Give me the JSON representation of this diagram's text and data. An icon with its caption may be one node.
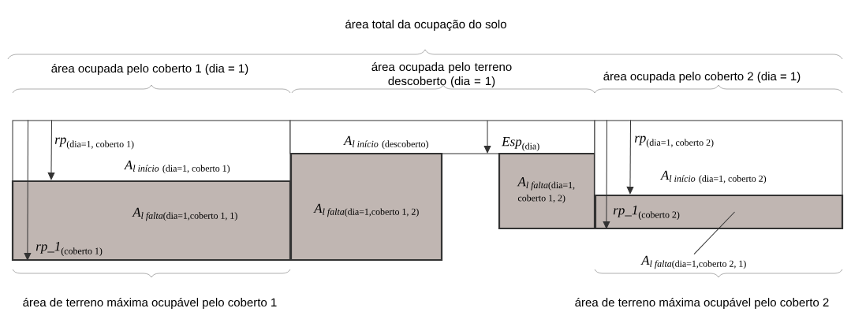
{
  "diagram": {
    "nodes": [
      {
        "text": [
          "\\textit{A}_{\\textit{l início}\\ \\text{(dia=1, coberto 1)}}"
        ]
      },
      {
        "text": [
          "\\textit{A}_{\\textit{l falta}\\text{(dia=1,coberto 1, 1)}}"
        ]
      },
      {
        "text": [
          "\\textit{A}_{\\textit{l início}\\ \\text{(descoberto)}}"
        ]
      },
      {
        "text": [
          "\\textit{A}_{\\textit{l falta}\\text{(dia=1,coberto 1, 2)}}"
        ]
      },
      {
        "text": [
          "\\begin{array}{@{}l@{}}\\textit{A}_{\\textit{l falta}\\text{(dia=1,}}\\\\ \\scriptstyle\\text{coberto 1, 2)}\\end{array}"
        ]
      },
      {
        "text": [
          "\\textit{A}_{\\textit{l início}\\ \\text{(dia=1, coberto 2)}}"
        ]
      },
      {
        "text": [],
        "shape": "bar"
      },
      {
        "text": [
          "\\textit{A}_{\\textit{l falta}\\text{(dia=1,coberto 2, 1)}}"
        ]
      }
    ],
    "edges": [
      {
        "from": 7,
        "to": 6,
        "arrow": "none"
      },
      {
        "from": 0,
        "to": 1,
        "arrow": "to",
        "label": "\\textit{rp}_{\\text{(dia=1, coberto 1)}}"
      },
      {
        "from": 0,
        "to": 1,
        "arrow": "to",
        "label": "\\textit{rp\\_1}_{\\text{(coberto 1)}}"
      },
      {
        "from": 5,
        "to": 6,
        "arrow": "to",
        "label": "\\textit{rp}_{\\text{(dia=1, coberto 2)}}"
      },
      {
        "from": 5,
        "to": 6,
        "arrow": "to",
        "label": "\\textit{rp\\_1}_{\\text{(coberto 2)}}"
      }
    ],
    "labels": [
      "área total da ocupação do solo",
      "área ocupada pelo coberto 1 (dia = 1)",
      "área ocupada pelo terreno descoberto (dia = 1)",
      "área ocupada pelo coberto 2 (dia = 1)",
      "\\textit{Esp}_{\\text{(dia)}}",
      "área de terreno máxima ocupável pelo coberto 1",
      "área de terreno máxima ocupável pelo coberto 2"
    ]
  }
}
